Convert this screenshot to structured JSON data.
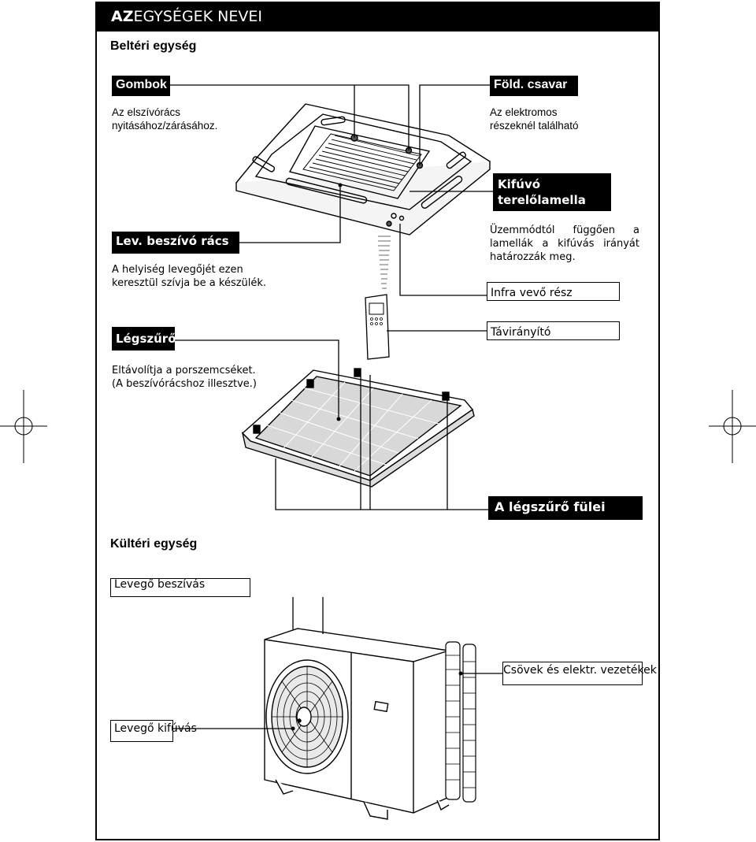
{
  "header": {
    "title_bold": "AZ",
    "title_rest": "EGYSÉGEK  NEVEI"
  },
  "indoor": {
    "section_title": "Beltéri egység",
    "buttons": {
      "label": "Gombok",
      "desc_line1": "Az elszívórács",
      "desc_line2": "nyitásához/zárásához."
    },
    "ground_screw": {
      "label": "Föld. csavar",
      "desc_line1": "Az elektromos",
      "desc_line2": "részeknél található"
    },
    "air_intake_grille": {
      "label": "Lev. beszívó rács",
      "desc_line1": "A helyiség levegőjét ezen",
      "desc_line2": "keresztül szívja be a készülék."
    },
    "louver": {
      "label_line1": "Kifúvó",
      "label_line2": "terelőlamella",
      "desc_line1": "Üzemmódtól függően a",
      "desc_line2": "lamellák a kifúvás irányát",
      "desc_line3": "határozzák meg."
    },
    "ir_receiver": {
      "label": "Infra vevő rész"
    },
    "remote": {
      "label": "Távirányító"
    },
    "air_filter": {
      "label": "Légszűrő",
      "desc_line1": "Eltávolítja a porszemcséket.",
      "desc_line2": "(A beszívórácshoz illesztve.)"
    },
    "filter_tabs": {
      "label": "A légszűrő fülei"
    }
  },
  "outdoor": {
    "section_title": "Kültéri egység",
    "air_inlet": {
      "label": "Levegő beszívás"
    },
    "air_outlet": {
      "label": "Levegő kifúvás"
    },
    "pipes": {
      "label": "Csövek és elektr. vezetékek"
    }
  }
}
